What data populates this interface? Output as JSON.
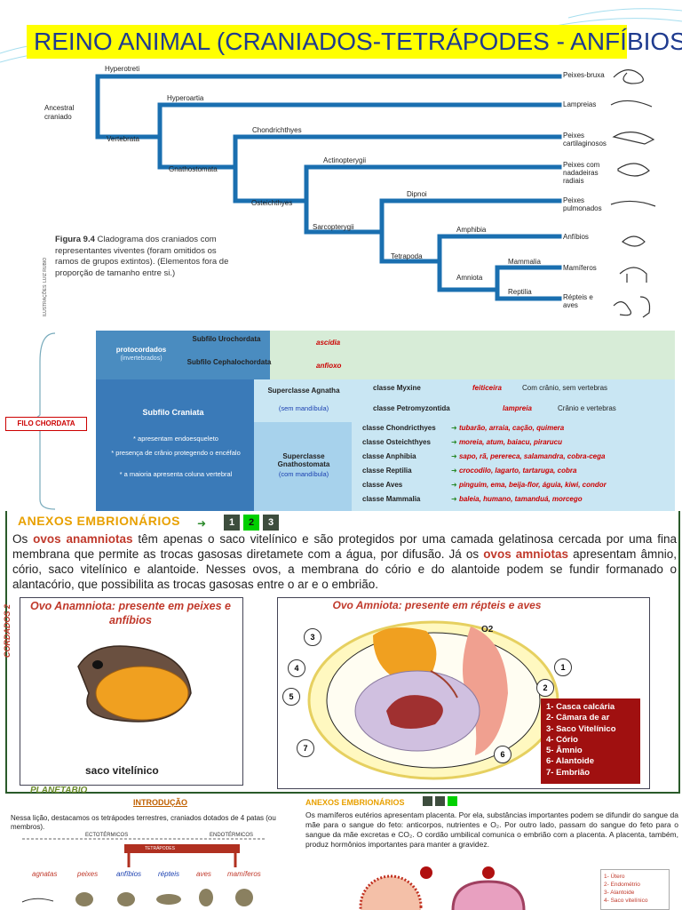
{
  "title": "REINO ANIMAL (CRANIADOS-TETRÁPODES - ANFÍBIOS)",
  "cladogram": {
    "root": "Ancestral craniado",
    "nodes": [
      "Hyperotreti",
      "Vertebrata",
      "Hyperoartia",
      "Gnathostomata",
      "Chondrichthyes",
      "Osteichthyes",
      "Actinopterygii",
      "Sarcopterygii",
      "Dipnoi",
      "Tetrapoda",
      "Amphibia",
      "Amniota",
      "Mammalia",
      "Reptilia"
    ],
    "leaves": [
      "Peixes-bruxa",
      "Lampreias",
      "Peixes cartilaginosos",
      "Peixes com nadadeiras radiais",
      "Peixes pulmonados",
      "Anfíbios",
      "Mamíferos",
      "Répteis e aves"
    ],
    "caption_fig": "Figura 9.4",
    "caption": "Cladograma dos craniados com representantes viventes (foram omitidos os ramos de grupos extintos). (Elementos fora de proporção de tamanho entre si.)",
    "credit": "ILUSTRAÇÕES: LUIZ RUBIO"
  },
  "chordata": {
    "filo": "FILO CHORDATA",
    "protocordados": "protocordados",
    "invertebrados": "(invertebrados)",
    "subfilo_uro": "Subfilo Urochordata",
    "ascidia": "ascídia",
    "subfilo_cepha": "Subfilo Cephalochordata",
    "anfioxo": "anfioxo",
    "subfilo_craniata": "Subfilo Craniata",
    "craniata_notes": [
      "* apresentam endoesqueleto",
      "* presença de crânio protegendo o encéfalo",
      "* a maioria apresenta coluna vertebral"
    ],
    "agnatha": "Superclasse Agnatha",
    "agnatha_sub": "(sem mandíbula)",
    "gnatho": "Superclasse Gnathostomata",
    "gnatho_sub": "(com mandíbula)",
    "myxine": "classe Myxine",
    "feiticeira": "feiticeira",
    "myxine_note": "Com crânio, sem vertebras",
    "petro": "classe Petromyzontida",
    "lampreia": "lampreia",
    "petro_note": "Crânio e vertebras",
    "classes": [
      {
        "name": "classe Chondricthyes",
        "ex": "tubarão, arraia, cação, quimera"
      },
      {
        "name": "classe Osteichthyes",
        "ex": "moreia, atum, baiacu, pirarucu"
      },
      {
        "name": "classe Anphibia",
        "ex": "sapo, rã, perereca, salamandra, cobra-cega"
      },
      {
        "name": "classe Reptilia",
        "ex": "crocodilo, lagarto, tartaruga, cobra"
      },
      {
        "name": "classe Aves",
        "ex": "pinguim, ema, beija-flor, águia, kiwi, condor"
      },
      {
        "name": "classe Mammalia",
        "ex": "baleia, humano, tamanduá, morcego"
      }
    ]
  },
  "anexos": {
    "heading": "ANEXOS EMBRIONÁRIOS",
    "tabs": [
      "1",
      "2",
      "3"
    ],
    "side_label": "CORDADOS 2",
    "para_1": "Os",
    "anamniotas": "ovos anamniotas",
    "para_2": "têm apenas o saco vitelínico e são protegidos por uma camada gelatinosa cercada por uma fina membrana que permite as trocas gasosas diretamete com a água, por difusão. Já os",
    "amniotas": "ovos amniotas",
    "para_3": "apresentam âmnio, cório, saco vitelínico e alantoide. Nesses ovos, a membrana do cório e do alantoide podem se fundir formanado o alantacório, que possibilita as trocas gasosas entre o ar e o embrião.",
    "anamniota_title": "Ovo Anamniota: presente em peixes e anfíbios",
    "saco": "saco vitelínico",
    "amniota_title": "Ovo Amniota: presente em répteis e aves",
    "o2": "O2",
    "legend": [
      "1- Casca calcária",
      "2- Câmara de ar",
      "3- Saco Vitelínico",
      "4- Cório",
      "5- Âmnio",
      "6- Alantoide",
      "7- Embrião"
    ],
    "nums": [
      "1",
      "2",
      "3",
      "4",
      "5",
      "6",
      "7"
    ]
  },
  "bottom": {
    "planetabio": "PLANETABIO",
    "intro": "INTRODUÇÃO",
    "intro_text": "Nessa lição, destacamos os tetrápodes terrestres, craniados dotados de 4 patas (ou membros).",
    "ecto": "ECTOTÉRMICOS",
    "endo": "ENDOTÉRMICOS",
    "tetrapodes": "TETRÁPODES",
    "animals": [
      "agnatas",
      "peixes",
      "anfíbios",
      "répteis",
      "aves",
      "mamíferos"
    ],
    "anexos2": "ANEXOS EMBRIONÁRIOS",
    "anexos2_text": "Os mamíferos eutérios apresentam placenta. Por ela, substâncias importantes podem se difundir do sangue da mãe para o sangue do feto: anticorpos, nutrientes e O₂. Por outro lado, passam do sangue do feto para o sangue da mãe excretas e CO₂. O cordão umbilical comunica o embrião com a placenta. A placenta, também, produz hormônios importantes para manter a gravidez.",
    "legend2": [
      "1- Útero",
      "2- Endométrio",
      "3- Alantoide",
      "4- Saco vitelínico"
    ]
  }
}
